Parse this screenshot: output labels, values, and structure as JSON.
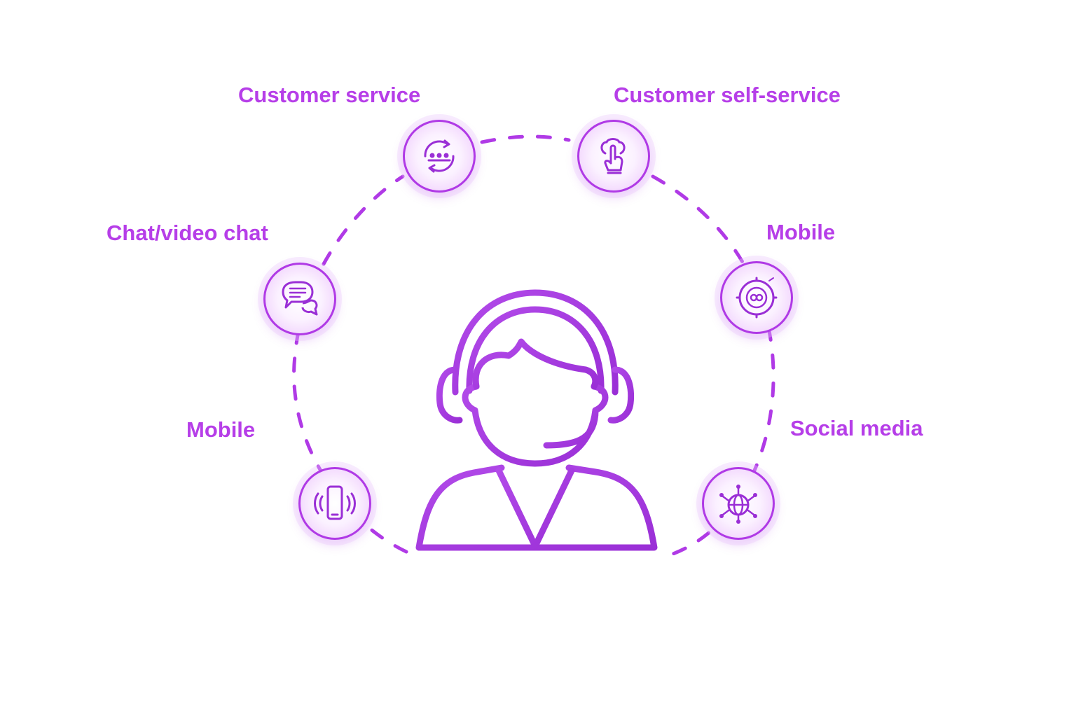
{
  "accent_color": "#b03ae6",
  "label_color": "#b63ee8",
  "center": {
    "icon": "customer-support-agent-headset-icon"
  },
  "channels": [
    {
      "label": "Customer service",
      "icon": "chat-sync-arrows-icon"
    },
    {
      "label": "Customer self-service",
      "icon": "hand-touch-icon"
    },
    {
      "label": "Chat/video chat",
      "icon": "speech-bubbles-icon"
    },
    {
      "label": "Mobile",
      "icon": "target-circle-icon"
    },
    {
      "label": "Mobile",
      "icon": "vibrating-phone-icon"
    },
    {
      "label": "Social media",
      "icon": "globe-network-icon"
    }
  ]
}
